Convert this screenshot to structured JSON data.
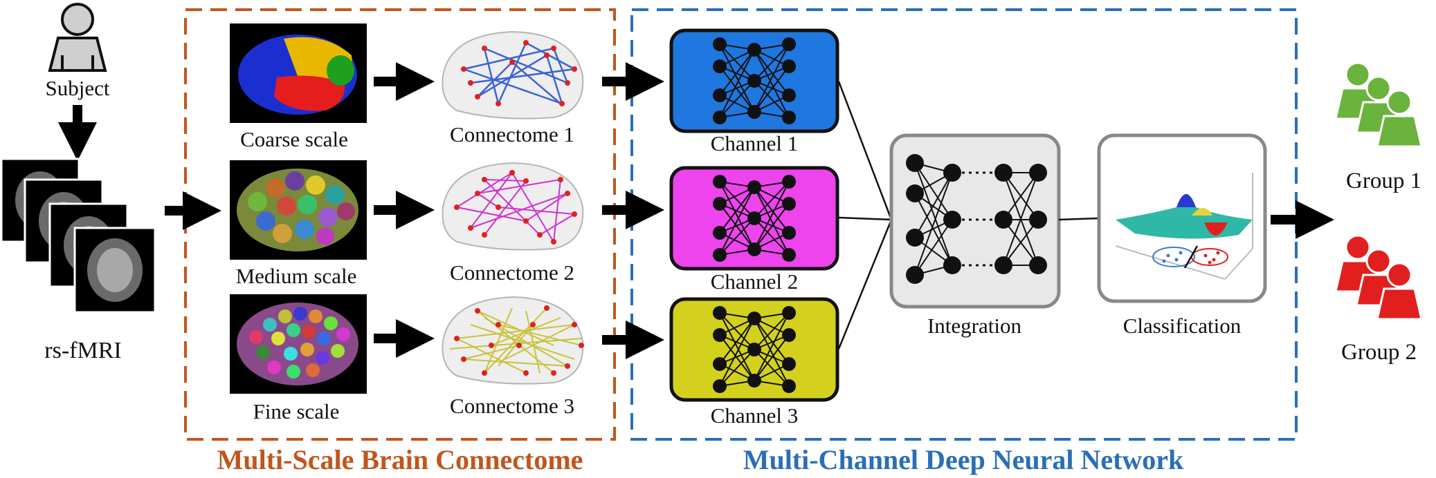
{
  "subject": {
    "label": "Subject"
  },
  "input": {
    "label": "rs-fMRI"
  },
  "scales": [
    {
      "label": "Coarse scale",
      "connectome": "Connectome 1",
      "color": "#3b63d6"
    },
    {
      "label": "Medium scale",
      "connectome": "Connectome 2",
      "color": "#d22fd2"
    },
    {
      "label": "Fine scale",
      "connectome": "Connectome 3",
      "color": "#c9c23a"
    }
  ],
  "channels": [
    {
      "label": "Channel 1",
      "color": "#1f77e0"
    },
    {
      "label": "Channel 2",
      "color": "#ee44ee"
    },
    {
      "label": "Channel 3",
      "color": "#d3d11e"
    }
  ],
  "integration": {
    "label": "Integration"
  },
  "classification": {
    "label": "Classification"
  },
  "groups": [
    {
      "label": "Group 1",
      "color": "#6ab33c"
    },
    {
      "label": "Group 2",
      "color": "#e21f1f"
    }
  ],
  "sections": {
    "left_title": {
      "text": "Multi-Scale Brain Connectome",
      "color": "#c0561c"
    },
    "right_title": {
      "text": "Multi-Channel Deep Neural Network",
      "color": "#2a6fb5"
    }
  }
}
